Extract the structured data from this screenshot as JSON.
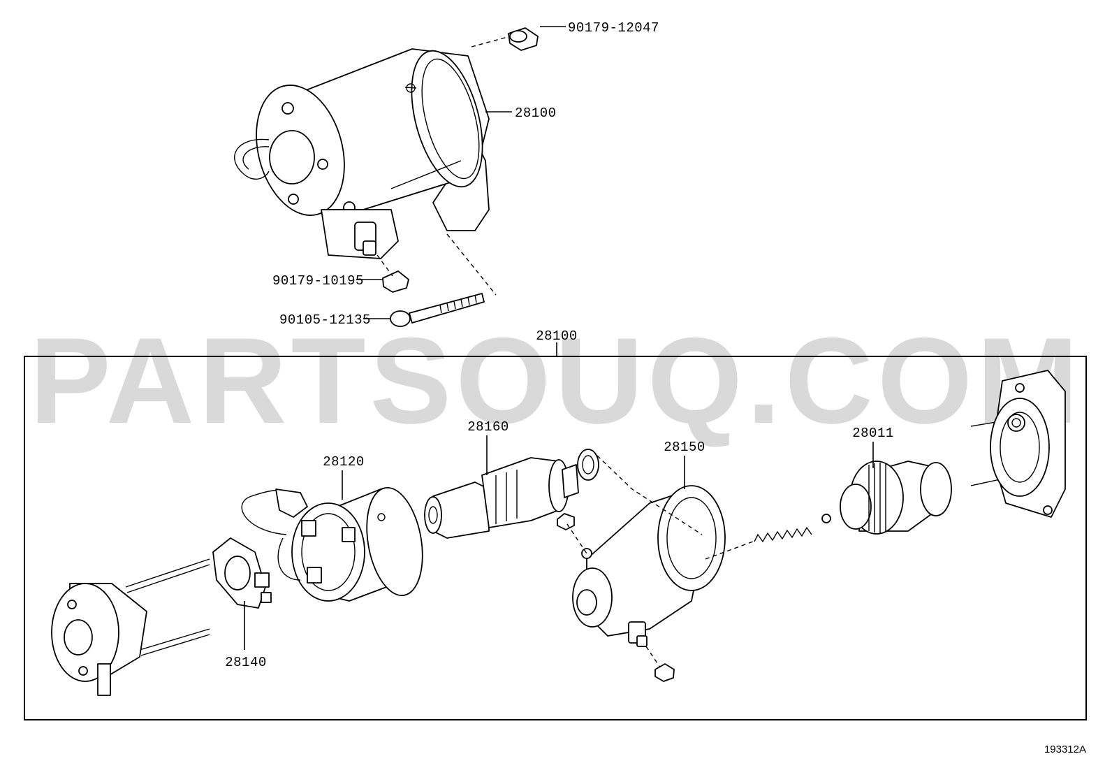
{
  "watermark": "PARTSOUQ.COM",
  "labels": {
    "nut_top": "90179-12047",
    "starter_top": "28100",
    "nut_terminal": "90179-10195",
    "bolt": "90105-12135",
    "starter_assembly": "28100",
    "yoke": "28120",
    "armature": "28160",
    "housing": "28150",
    "clutch": "28011",
    "brush_holder": "28140"
  },
  "reference_code": "193312A"
}
